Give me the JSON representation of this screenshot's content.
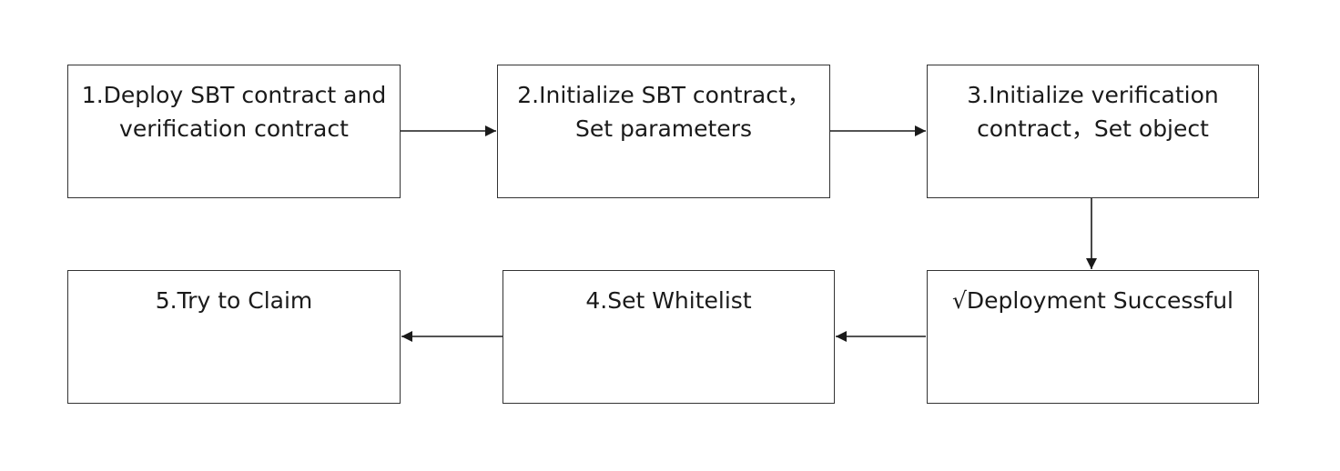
{
  "diagram": {
    "steps": [
      {
        "id": "step1",
        "lines": [
          "1.Deploy SBT contract and",
          "verification contract"
        ]
      },
      {
        "id": "step2",
        "lines": [
          "2.Initialize SBT contract，",
          "Set parameters"
        ]
      },
      {
        "id": "step3",
        "lines": [
          "3.Initialize verification",
          "contract，Set object"
        ]
      },
      {
        "id": "step4",
        "lines": [
          "4.Set Whitelist"
        ]
      },
      {
        "id": "step5",
        "lines": [
          "5.Try to Claim"
        ]
      },
      {
        "id": "success",
        "lines": [
          "√Deployment Successful"
        ]
      }
    ],
    "edges": [
      {
        "from": "step1",
        "to": "step2"
      },
      {
        "from": "step2",
        "to": "step3"
      },
      {
        "from": "step3",
        "to": "success"
      },
      {
        "from": "success",
        "to": "step4"
      },
      {
        "from": "step4",
        "to": "step5"
      }
    ],
    "colors": {
      "border": "#333333",
      "arrow": "#1a1a1a",
      "text": "#1a1a1a"
    }
  }
}
